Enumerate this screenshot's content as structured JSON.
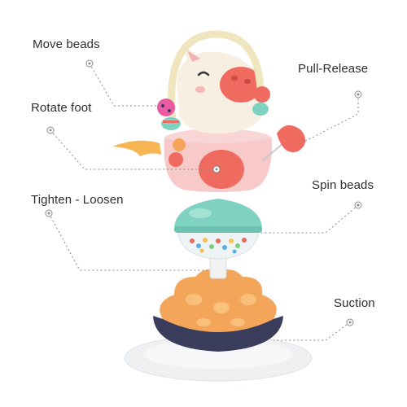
{
  "callouts": {
    "move_beads": "Move beads",
    "pull_release": "Pull-Release",
    "rotate_foot": "Rotate foot",
    "spin_beads": "Spin beads",
    "tighten_loosen": "Tighten - Loosen",
    "suction": "Suction"
  },
  "colors": {
    "label_text": "#2f2f2f",
    "leader_line": "#8a8a8a",
    "horse_body_pink": "#f7c9c9",
    "nose_red": "#ef6a5f",
    "mint": "#7fd2c2",
    "orange_cap": "#f3a55a",
    "navy_base": "#3a3c5c",
    "suction_cup": "#eef0f2",
    "ring_cream": "#efe6bf"
  },
  "icons": {
    "callout_marker": "ring-dot-icon"
  }
}
